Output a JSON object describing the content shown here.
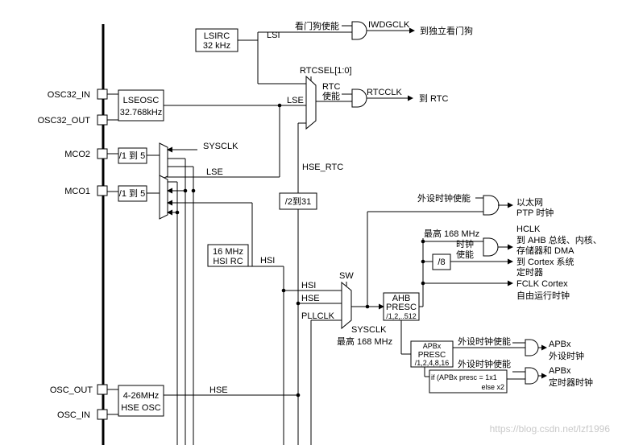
{
  "pins": {
    "osc32_in": "OSC32_IN",
    "osc32_out": "OSC32_OUT",
    "mco2": "MCO2",
    "mco1": "MCO1",
    "osc_out": "OSC_OUT",
    "osc_in": "OSC_IN"
  },
  "blocks": {
    "lsirc_1": "LSIRC",
    "lsirc_2": "32 kHz",
    "lseosc_1": "LSEOSC",
    "lseosc_2": "32.768kHz",
    "mco2_div": "/1 到 5",
    "mco1_div": "/1 到 5",
    "hsirc_1": "16 MHz",
    "hsirc_2": "HSI RC",
    "rtc_div": "/2到31",
    "ahb_1": "AHB",
    "ahb_2": "PRESC",
    "ahb_3": "/1,2,..512",
    "div8": "/8",
    "apb_1": "APBx",
    "apb_2": "PRESC",
    "apb_3": "/1,2,4,8,16",
    "hseosc_1": "4-26MHz",
    "hseosc_2": "HSE OSC",
    "apbcond_1": "if (APBx presc = 1x1",
    "apbcond_2": "else x2"
  },
  "signals": {
    "lsi": "LSI",
    "lse_rtc": "LSE",
    "rtcsel": "RTCSEL[1:0]",
    "hse_rtc": "HSE_RTC",
    "sysclk_mco2": "SYSCLK",
    "lse_mco": "LSE",
    "hsi_from_rc": "HSI",
    "hsi": "HSI",
    "hse": "HSE",
    "pllclk": "PLLCLK",
    "sw": "SW",
    "sysclk": "SYSCLK",
    "sysclk_max": "最高 168 MHz",
    "hse_osc": "HSE",
    "ahb_max": "最高 168 MHz"
  },
  "gates": {
    "iwdg_enable": "看门狗使能",
    "iwdgclk": "IWDGCLK",
    "rtc_enable_1": "RTC",
    "rtc_enable_2": "使能",
    "rtcclk": "RTCCLK",
    "ptp_enable": "外设时钟使能",
    "hclk_enable_1": "时钟",
    "hclk_enable_2": "使能",
    "apb_periph_enable": "外设时钟使能",
    "apb_timer_enable": "外设时钟使能"
  },
  "outputs": {
    "to_iwdg": "到独立看门狗",
    "to_rtc": "到 RTC",
    "ptp_1": "以太网",
    "ptp_2": "PTP 时钟",
    "hclk_1": "HCLK",
    "hclk_2": "到 AHB 总线、内核、",
    "hclk_3": "存储器和 DMA",
    "cortex_timer_1": "到 Cortex 系统",
    "cortex_timer_2": "定时器",
    "fclk_1": "FCLK Cortex",
    "fclk_2": "自由运行时钟",
    "apb_periph_1": "APBx",
    "apb_periph_2": "外设时钟",
    "apb_timer_1": "APBx",
    "apb_timer_2": "定时器时钟"
  },
  "watermark": "https://blog.csdn.net/lzf1996"
}
